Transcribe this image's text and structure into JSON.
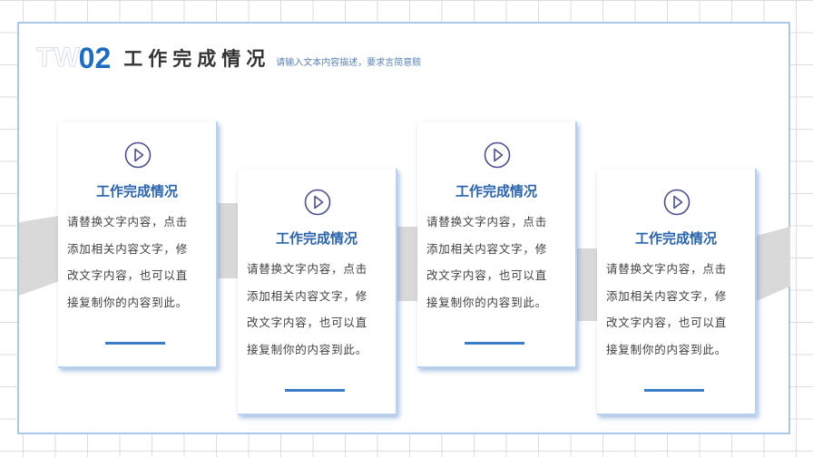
{
  "header": {
    "watermark": "TW",
    "number": "02",
    "title": "工作完成情况",
    "subtitle": "请输入文本内容描述，要求言简意赅"
  },
  "cards": [
    {
      "icon": "play-circle-icon",
      "title": "工作完成情况",
      "lines": [
        "请替换文字内容，点击",
        "添加相关内容文字，修",
        "改文字内容，也可以直",
        "接复制你的内容到此。"
      ]
    },
    {
      "icon": "play-circle-icon",
      "title": "工作完成情况",
      "lines": [
        "请替换文字内容，点击",
        "添加相关内容文字，修",
        "改文字内容，也可以直",
        "接复制你的内容到此。"
      ]
    },
    {
      "icon": "play-circle-icon",
      "title": "工作完成情况",
      "lines": [
        "请替换文字内容，点击",
        "添加相关内容文字，修",
        "改文字内容，也可以直",
        "接复制你的内容到此。"
      ]
    },
    {
      "icon": "play-circle-icon",
      "title": "工作完成情况",
      "lines": [
        "请替换文字内容，点击",
        "添加相关内容文字，修",
        "改文字内容，也可以直",
        "接复制你的内容到此。"
      ]
    }
  ],
  "colors": {
    "accent": "#1e6ec0",
    "card_title": "#2a64ac",
    "panel_border": "#a9c8ec",
    "ribbon": "#d9d9d9",
    "body_text": "#404040"
  }
}
